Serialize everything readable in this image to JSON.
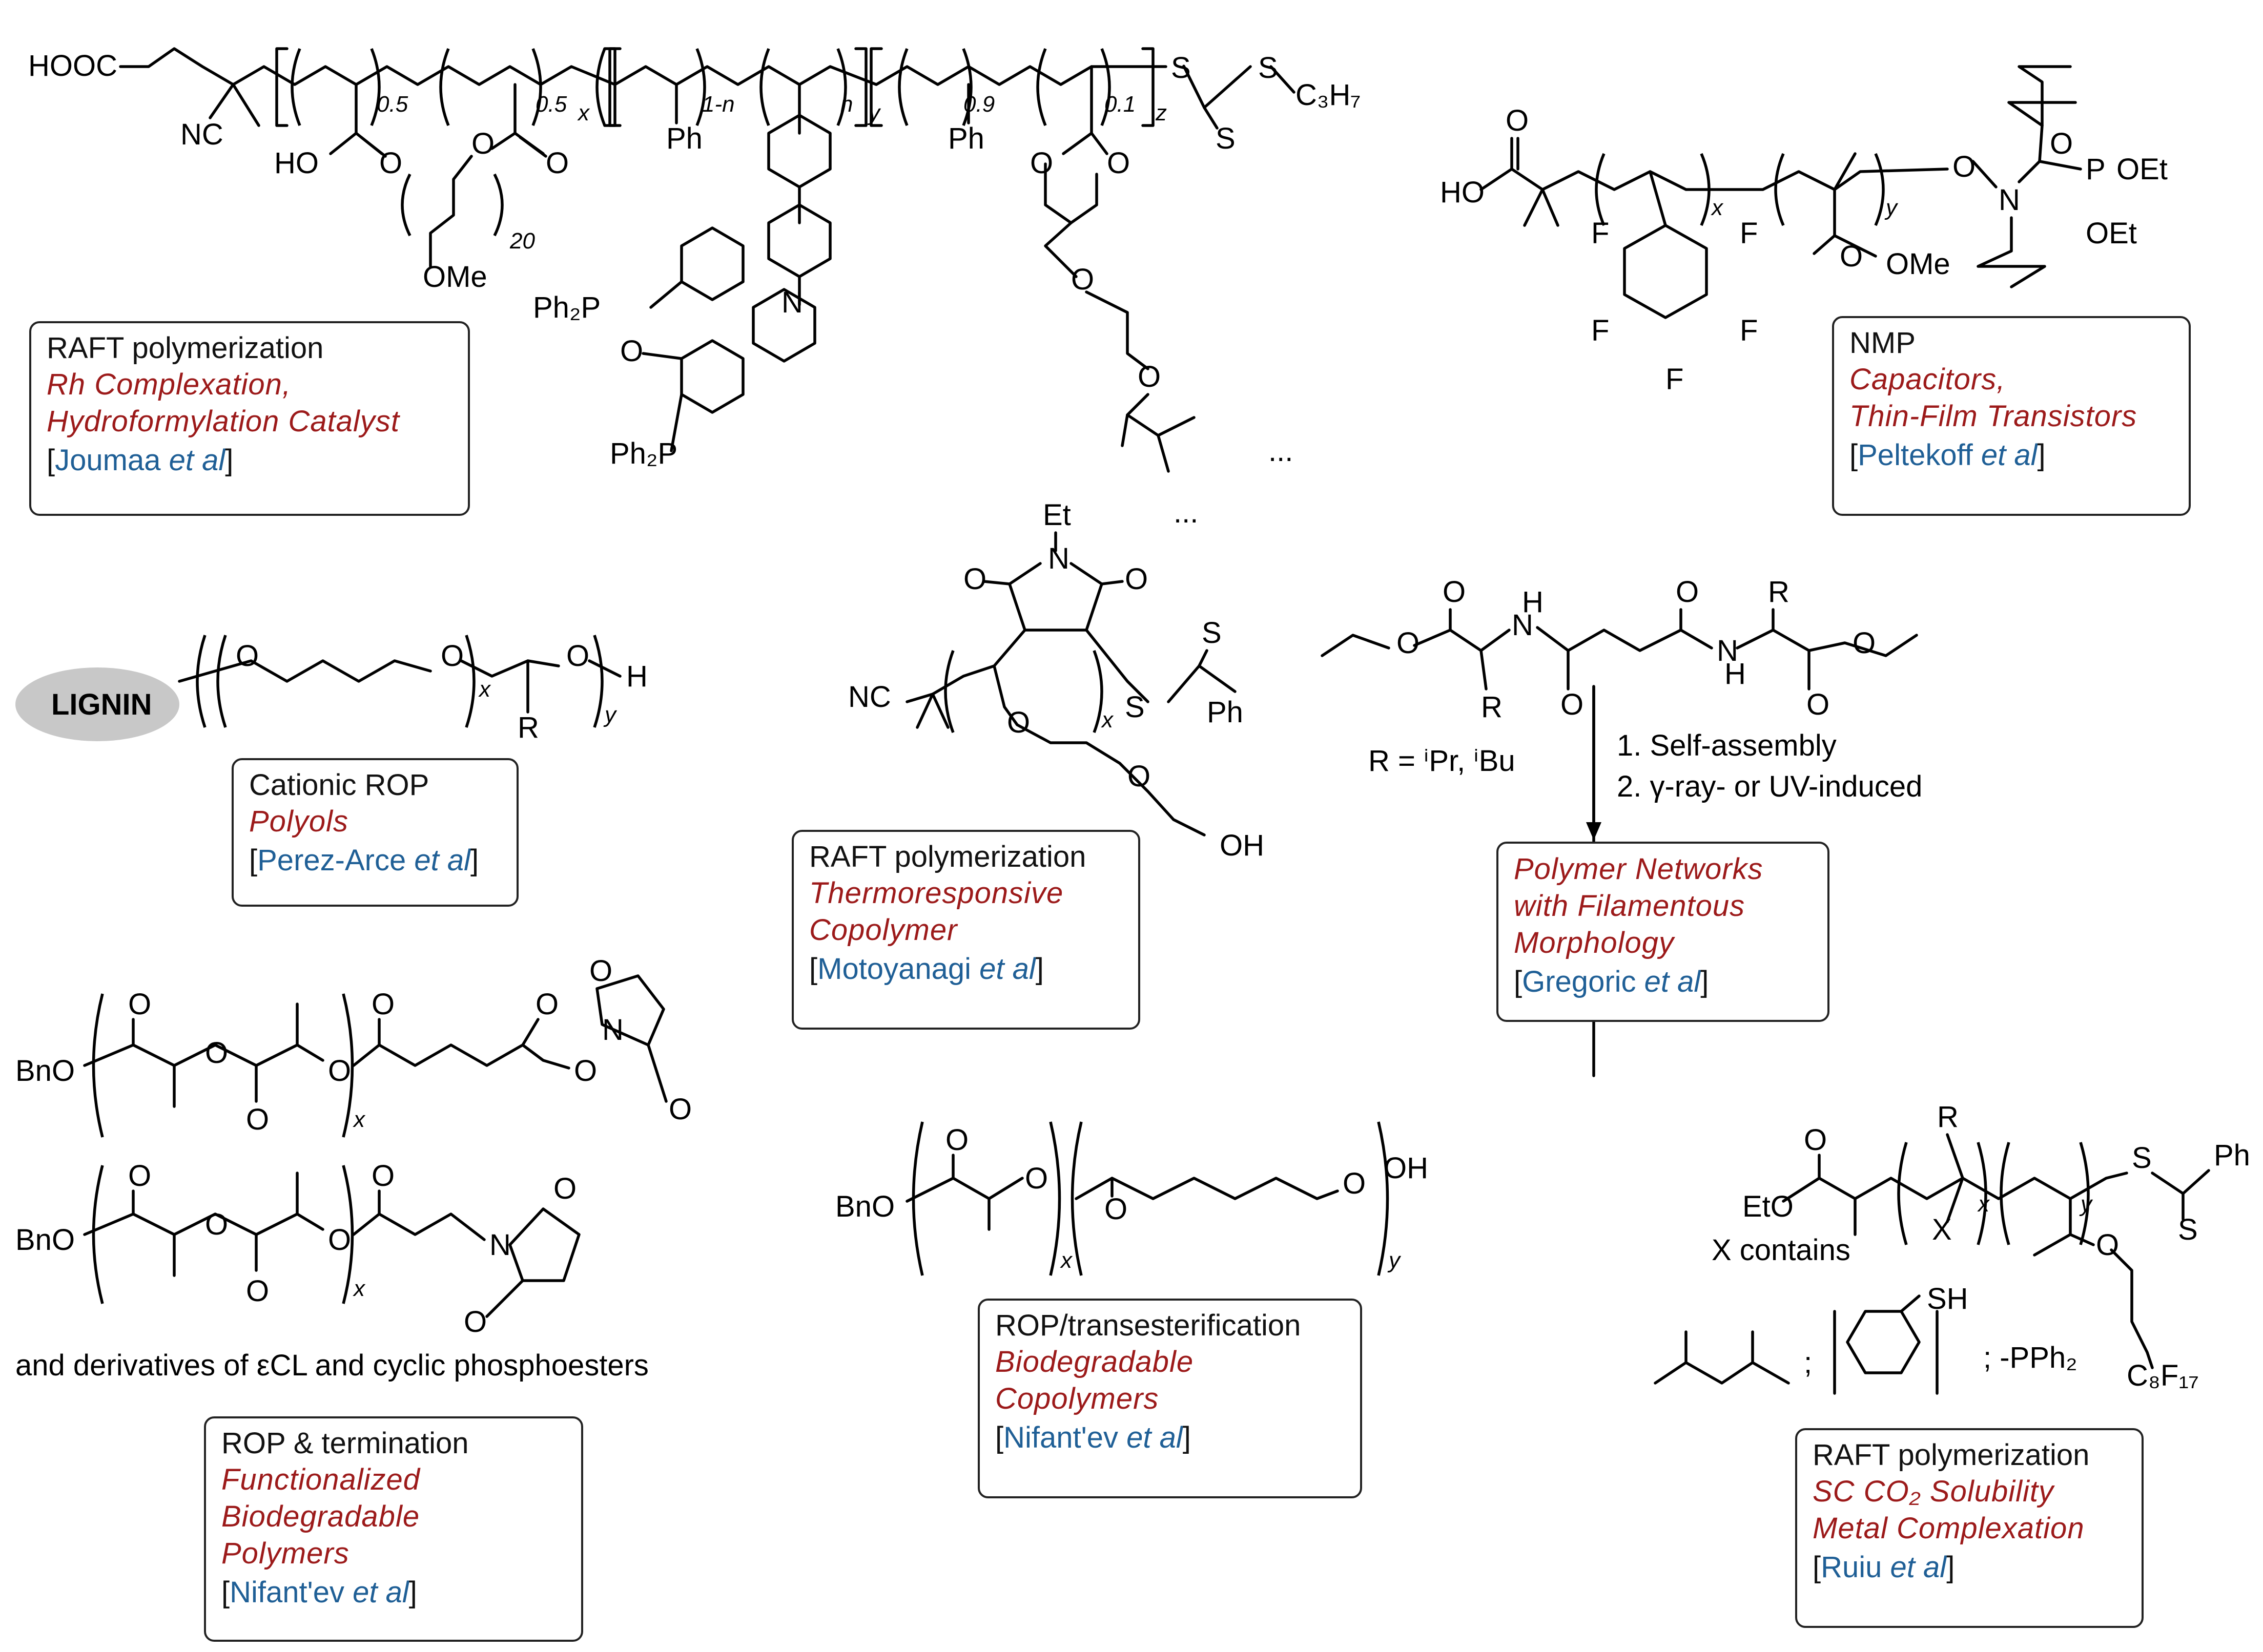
{
  "cards": [
    {
      "id": "joumaa",
      "method": "RAFT polymerization",
      "app": "Rh Complexation,\nHydroformylation Catalyst",
      "ref_name": "Joumaa",
      "ref_etal": "et al"
    },
    {
      "id": "peltekoff",
      "method": "NMP",
      "app": "Capacitors,\nThin-Film Transistors",
      "ref_name": "Peltekoff",
      "ref_etal": "et al"
    },
    {
      "id": "perez",
      "method": "Cationic ROP",
      "app": "Polyols",
      "ref_name": "Perez-Arce",
      "ref_etal": "et al"
    },
    {
      "id": "motoyanagi",
      "method": "RAFT polymerization",
      "app": "Thermoresponsive\nCopolymer",
      "ref_name": "Motoyanagi",
      "ref_etal": "et al"
    },
    {
      "id": "gregoric",
      "method": "",
      "app": "Polymer Networks\nwith Filamentous\nMorphology",
      "ref_name": "Gregoric",
      "ref_etal": "et al"
    },
    {
      "id": "nifantev1",
      "method": "ROP & termination",
      "app": "Functionalized\nBiodegradable\nPolymers",
      "ref_name": "Nifant'ev",
      "ref_etal": "et al"
    },
    {
      "id": "nifantev2",
      "method": "ROP/transesterification",
      "app": "Biodegradable\nCopolymers",
      "ref_name": "Nifant'ev",
      "ref_etal": "et al"
    },
    {
      "id": "ruiu",
      "method": "RAFT polymerization",
      "app": "SC CO₂ Solubility\nMetal Complexation",
      "ref_name": "Ruiu",
      "ref_etal": "et al"
    }
  ],
  "labels": {
    "lignin": "LIGNIN",
    "r_groups": "R = ⁱPr, ⁱBu",
    "step1": "1. Self-assembly",
    "step2": "2. γ-ray- or UV-induced",
    "x_contains": "X contains",
    "derivatives": "and derivatives of εCL and cyclic phosphoesters",
    "pph2": "; -PPh₂"
  },
  "chem_text": {
    "hooc": "HOOC",
    "nc": "NC",
    "ho": "HO",
    "o": "O",
    "ome": "OMe",
    "ph": "Ph",
    "s": "S",
    "c3h7": "C₃H₇",
    "ph2p": "Ph₂P",
    "n": "N",
    "f": "F",
    "oet": "OEt",
    "p": "P",
    "et": "Et",
    "oh": "OH",
    "h": "H",
    "r": "R",
    "bno": "BnO",
    "eto": "EtO",
    "x": "X",
    "sh": "SH",
    "c8f17": "C₈F₁₇",
    "sub_05": "0.5",
    "sub_x": "x",
    "sub_y": "y",
    "sub_z": "z",
    "sub_1n": "1-n",
    "sub_n": "n",
    "sub_09": "0.9",
    "sub_01": "0.1",
    "sub_20": "20",
    "ellipsis": "..."
  },
  "colors": {
    "method": "#111111",
    "application": "#9c1a1a",
    "reference": "#1f5f96",
    "border": "#222222",
    "lignin_fill": "#c8c8c8"
  }
}
